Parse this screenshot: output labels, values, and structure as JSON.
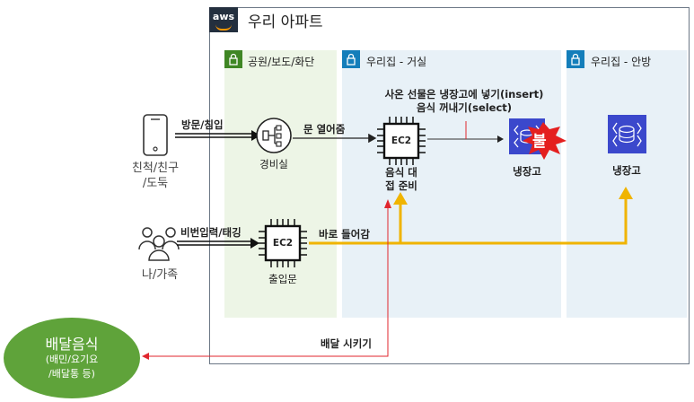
{
  "frame": {
    "logo": "aws",
    "title": "우리 아파트"
  },
  "zones": {
    "park": "공원/보도/화단",
    "living": "우리집 - 거실",
    "room": "우리집 - 안방"
  },
  "actors": {
    "visitor": [
      "친척/친구",
      "/도둑"
    ],
    "family": "나/가족"
  },
  "nodes": {
    "guard": "경비실",
    "door": "출입문",
    "door_chip": "EC2",
    "prep_chip": "EC2",
    "prep": [
      "음식 대",
      "접 준비"
    ],
    "fridge_living": "냉장고",
    "fridge_room": "냉장고",
    "fire": "불"
  },
  "edges": {
    "visit": "방문/침입",
    "open_door": "문 열어줌",
    "password": "비번입력/태깅",
    "enter": "바로 들어감",
    "order": "배달 시키기",
    "insert": "사온 선물은 냉장고에 넣기(insert)",
    "select": "음식 꺼내기(select)"
  },
  "delivery": {
    "title": "배달음식",
    "sub": [
      "(배민/요기요",
      "/배달통 등)"
    ]
  }
}
